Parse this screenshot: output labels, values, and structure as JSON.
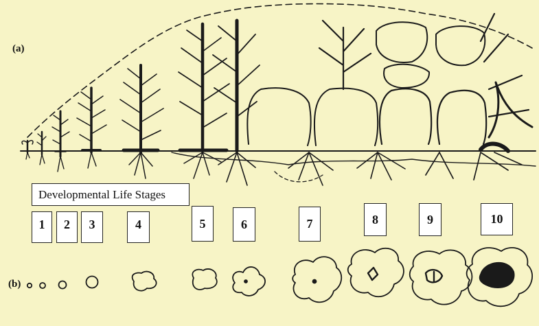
{
  "figure": {
    "panel_a": "(a)",
    "panel_b": "(b)",
    "title": "Developmental Life Stages",
    "stages": [
      "1",
      "2",
      "3",
      "4",
      "5",
      "6",
      "7",
      "8",
      "9",
      "10"
    ]
  },
  "colors": {
    "background": "#f7f4c6",
    "ink": "#1a1a1a",
    "box": "#ffffff"
  }
}
